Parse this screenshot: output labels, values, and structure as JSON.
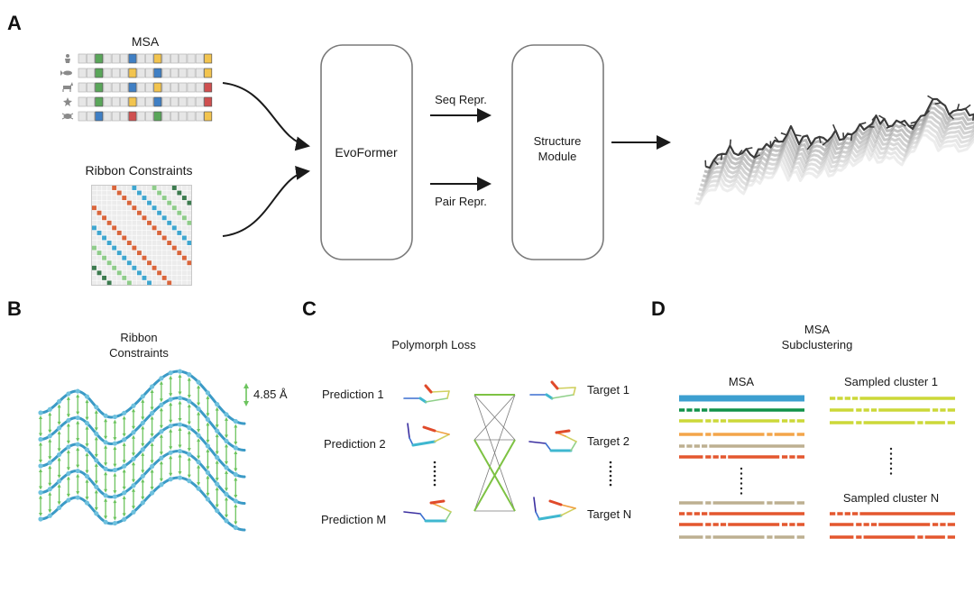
{
  "panels": {
    "A": {
      "letter": "A",
      "msa_title": "MSA",
      "msa_species_icons": [
        "human-icon",
        "fish-icon",
        "cat-icon",
        "starfish-icon",
        "amoeba-icon"
      ],
      "msa_rows": [
        {
          "cells": {
            "2": "green",
            "6": "blue",
            "9": "yellow",
            "15": "yellow"
          }
        },
        {
          "cells": {
            "2": "green",
            "6": "yellow",
            "9": "blue",
            "15": "yellow"
          }
        },
        {
          "cells": {
            "2": "green",
            "6": "blue",
            "9": "yellow",
            "15": "red"
          }
        },
        {
          "cells": {
            "2": "green",
            "6": "yellow",
            "9": "blue",
            "15": "red"
          }
        },
        {
          "cells": {
            "2": "blue",
            "6": "red",
            "9": "green",
            "15": "yellow"
          }
        }
      ],
      "msa_length": 16,
      "ribbon_title": "Ribbon Constraints",
      "ribbon_grid": {
        "blocks": 5,
        "cells_per_block": 4,
        "offset_colors": [
          "none",
          "orange",
          "blue",
          "lightgreen",
          "darkgreen"
        ]
      },
      "evoformer_label": "EvoFormer",
      "seq_repr_label": "Seq Repr.",
      "pair_repr_label": "Pair Repr.",
      "structure_module_label_1": "Structure",
      "structure_module_label_2": "Module"
    },
    "B": {
      "letter": "B",
      "title_1": "Ribbon",
      "title_2": "Constraints",
      "distance_label": "4.85 Å",
      "strands": 5
    },
    "C": {
      "letter": "C",
      "title": "Polymorph Loss",
      "predictions": [
        "Prediction 1",
        "Prediction 2",
        "Prediction M"
      ],
      "targets": [
        "Target 1",
        "Target 2",
        "Target N"
      ],
      "matched_pairs": [
        [
          0,
          0
        ],
        [
          1,
          2
        ],
        [
          2,
          1
        ]
      ]
    },
    "D": {
      "letter": "D",
      "title_1": "MSA",
      "title_2": "Subclustering",
      "msa_label": "MSA",
      "cluster1_label": "Sampled cluster 1",
      "clusterN_label": "Sampled cluster N"
    }
  },
  "colors": {
    "green": "#5aa65a",
    "blue": "#3f7fc4",
    "yellow": "#f2c44f",
    "red": "#cf4f4f",
    "cell_bg": "#e6e6e6",
    "ribbon_orange": "#d9653b",
    "ribbon_blue": "#3fa6cf",
    "ribbon_lightgreen": "#8fcc8a",
    "ribbon_darkgreen": "#3c7a4f",
    "strand_blue": "#3b9ac6",
    "arrow_green": "#6cc45e",
    "match_green": "#7dc243",
    "msa_blue": "#3d9fd0",
    "msa_green": "#11924a",
    "msa_lime": "#ccd838",
    "msa_orange": "#f3a54a",
    "msa_tan": "#bdb091",
    "msa_red": "#e4572e"
  }
}
